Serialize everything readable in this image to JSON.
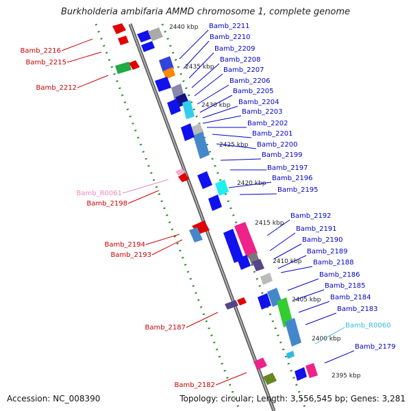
{
  "title": "Burkholderia ambifaria AMMD chromosome 1, complete genome",
  "footer": {
    "accession": "Accession: NC_008390",
    "stats": "Topology: circular; Length: 3,556,545 bp; Genes: 3,281"
  },
  "colors": {
    "minus_label": "#cc0000",
    "plus_label": "#0000cc",
    "rna_minus_label": "#ee88bb",
    "rna_plus_label": "#33bbdd",
    "tick_dots": "#2d8a2d",
    "axis": "#888888"
  },
  "kbp_ticks": [
    "2440 kbp",
    "2435 kbp",
    "2430 kbp",
    "2425 kbp",
    "2420 kbp",
    "2415 kbp",
    "2410 kbp",
    "2405 kbp",
    "2400 kbp",
    "2395 kbp"
  ],
  "left_genes": [
    "Bamb_2216",
    "Bamb_2215",
    "Bamb_2212",
    "Bamb_R0061",
    "Bamb_2198",
    "Bamb_2194",
    "Bamb_2193",
    "Bamb_2187",
    "Bamb_2182"
  ],
  "right_genes": [
    "Bamb_2211",
    "Bamb_2210",
    "Bamb_2209",
    "Bamb_2208",
    "Bamb_2207",
    "Bamb_2206",
    "Bamb_2205",
    "Bamb_2204",
    "Bamb_2203",
    "Bamb_2202",
    "Bamb_2201",
    "Bamb_2200",
    "Bamb_2199",
    "Bamb_2197",
    "Bamb_2196",
    "Bamb_2195",
    "Bamb_2192",
    "Bamb_2191",
    "Bamb_2190",
    "Bamb_2189",
    "Bamb_2188",
    "Bamb_2186",
    "Bamb_2185",
    "Bamb_2184",
    "Bamb_2183",
    "Bamb_R0060",
    "Bamb_2179"
  ]
}
